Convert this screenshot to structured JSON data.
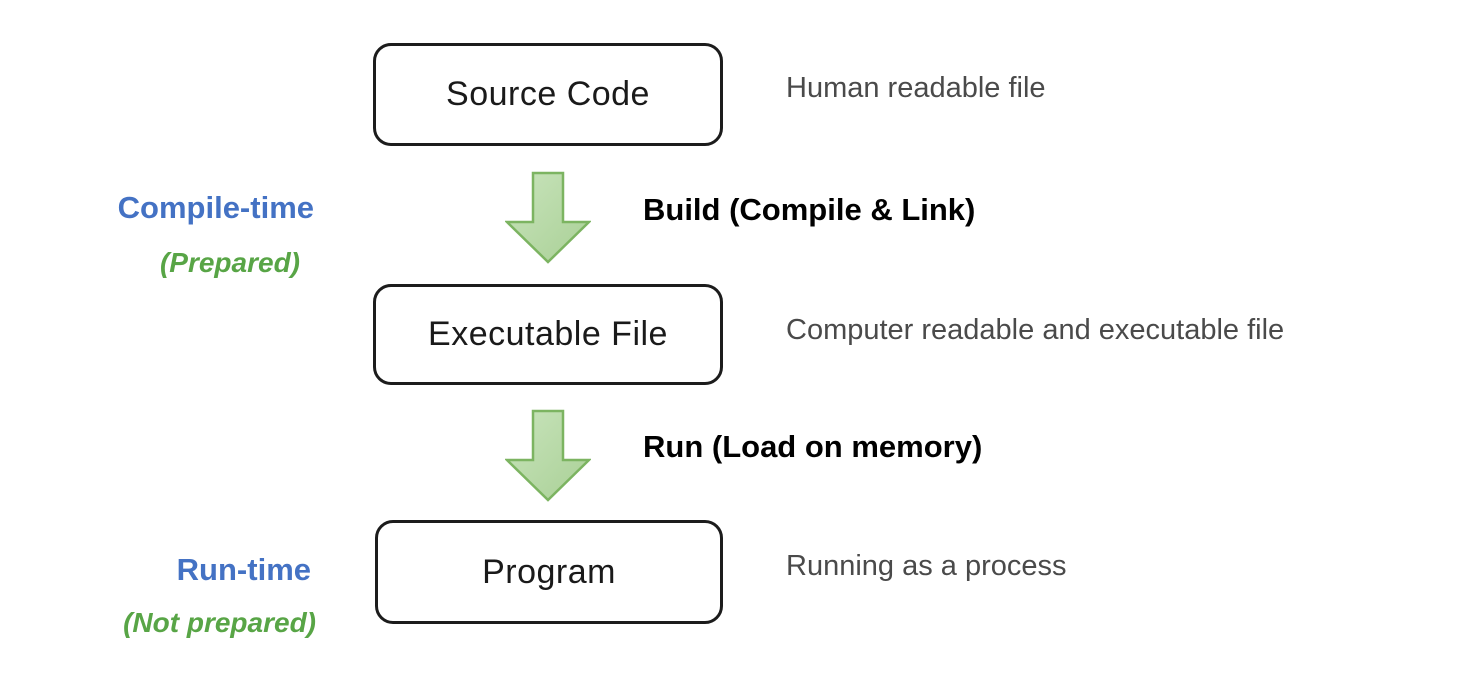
{
  "diagram": {
    "title_hint": "source-to-process pipeline",
    "stages": [
      {
        "label": "Source Code",
        "description": "Human readable file"
      },
      {
        "label": "Executable File",
        "description": "Computer readable and executable file"
      },
      {
        "label": "Program",
        "description": "Running as a process"
      }
    ],
    "transitions": [
      {
        "label": "Build (Compile & Link)"
      },
      {
        "label": "Run (Load on memory)"
      }
    ],
    "phases": [
      {
        "label": "Compile-time",
        "note": "(Prepared)"
      },
      {
        "label": "Run-time",
        "note": "(Not prepared)"
      }
    ],
    "colors": {
      "phase_label_blue": "#4472c4",
      "phase_note_green": "#58a546",
      "arrow_fill": "#b4d7a5",
      "arrow_fill_light": "#c9e4bc",
      "arrow_border": "#7cb461",
      "box_border": "#1c1c1c",
      "box_label_text": "#1a1a1a",
      "description_text": "#4a4a4a",
      "transition_text": "#000000",
      "background": "#ffffff"
    }
  }
}
